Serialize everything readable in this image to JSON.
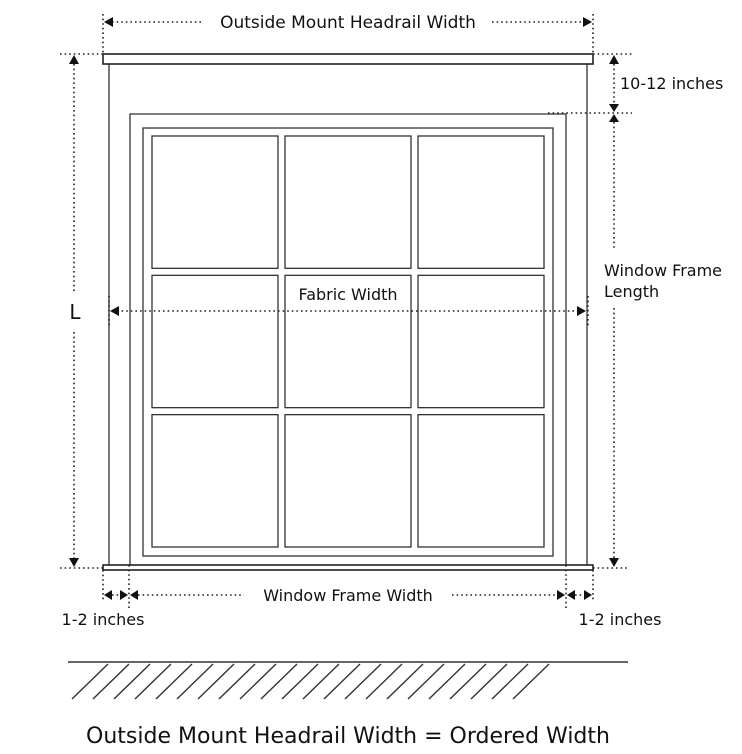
{
  "diagram": {
    "labels": {
      "headrail_width": "Outside Mount Headrail Width",
      "above_frame": "10-12 inches",
      "frame_length_line1": "Window Frame",
      "frame_length_line2": "Length",
      "length": "L",
      "fabric_width": "Fabric Width",
      "frame_width": "Window Frame Width",
      "left_overlap": "1-2 inches",
      "right_overlap": "1-2 inches"
    },
    "window": {
      "pane_rows": 3,
      "pane_cols": 3
    },
    "floor": {
      "hatch_count": 22
    },
    "formula": "Outside Mount Headrail Width = Ordered Width"
  }
}
